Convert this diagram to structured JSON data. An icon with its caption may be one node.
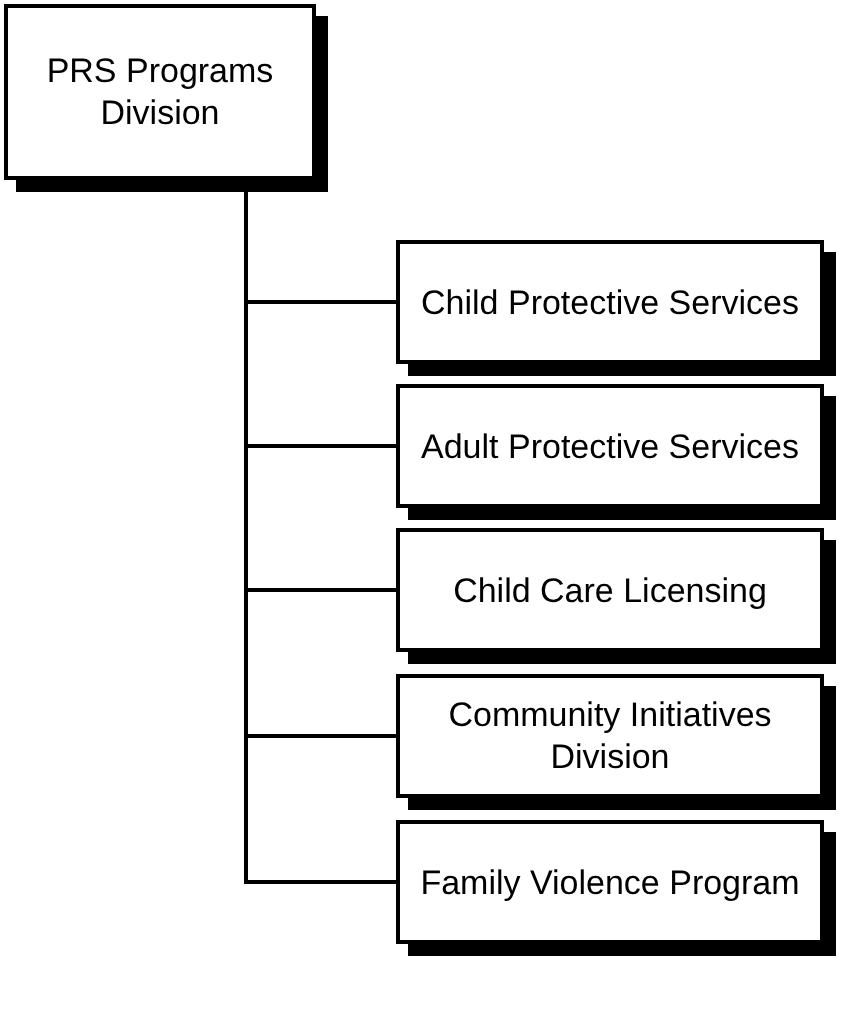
{
  "diagram": {
    "nodes": [
      {
        "text": [
          "PRS Programs Division"
        ]
      },
      {
        "text": [
          "Child Protective Services"
        ]
      },
      {
        "text": [
          "Adult Protective Services"
        ]
      },
      {
        "text": [
          "Child Care Licensing"
        ]
      },
      {
        "text": [
          "Community Initiatives Division"
        ]
      },
      {
        "text": [
          "Family Violence Program"
        ]
      }
    ],
    "edges": [
      {
        "from": 0,
        "to": 1,
        "arrow": "none"
      },
      {
        "from": 0,
        "to": 2,
        "arrow": "none"
      },
      {
        "from": 0,
        "to": 3,
        "arrow": "none"
      },
      {
        "from": 0,
        "to": 4,
        "arrow": "none"
      },
      {
        "from": 0,
        "to": 5,
        "arrow": "none"
      }
    ]
  }
}
